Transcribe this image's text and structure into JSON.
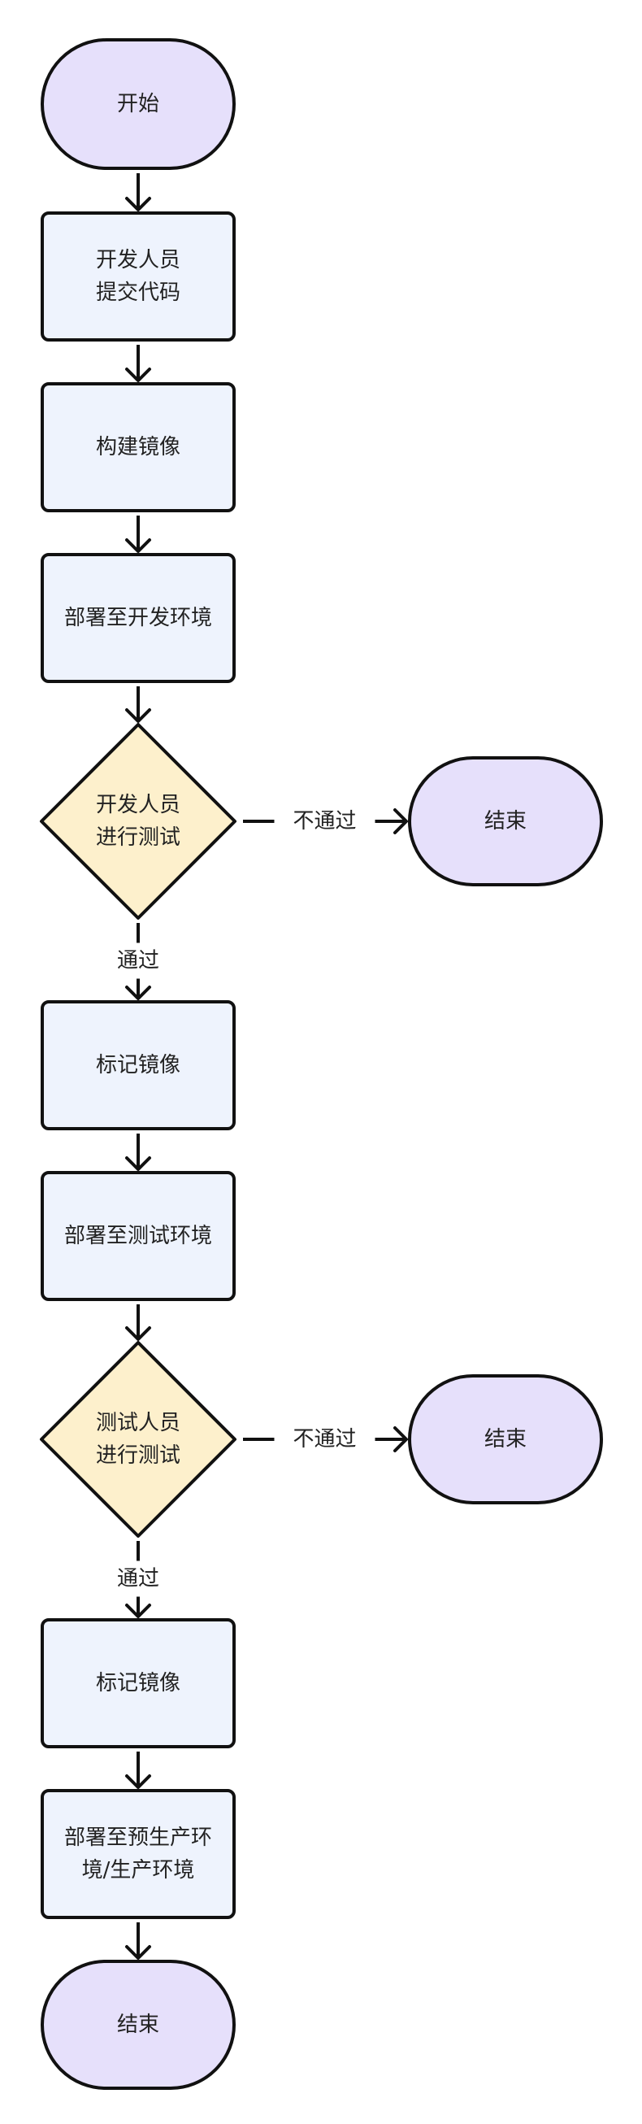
{
  "colors": {
    "terminal_fill": "#e6e0fb",
    "process_fill": "#eef3fd",
    "decision_fill": "#fdf0cc",
    "stroke": "#111111",
    "text": "#222222"
  },
  "nodes": {
    "start": {
      "type": "terminal",
      "lines": [
        "开始"
      ]
    },
    "dev_commit": {
      "type": "process",
      "lines": [
        "开发人员",
        "提交代码"
      ]
    },
    "build_image": {
      "type": "process",
      "lines": [
        "构建镜像"
      ]
    },
    "deploy_dev": {
      "type": "process",
      "lines": [
        "部署至开发环境"
      ]
    },
    "dev_test": {
      "type": "decision",
      "lines": [
        "开发人员",
        "进行测试"
      ]
    },
    "end_dev_fail": {
      "type": "terminal",
      "lines": [
        "结束"
      ]
    },
    "tag_image_1": {
      "type": "process",
      "lines": [
        "标记镜像"
      ]
    },
    "deploy_test": {
      "type": "process",
      "lines": [
        "部署至测试环境"
      ]
    },
    "qa_test": {
      "type": "decision",
      "lines": [
        "测试人员",
        "进行测试"
      ]
    },
    "end_qa_fail": {
      "type": "terminal",
      "lines": [
        "结束"
      ]
    },
    "tag_image_2": {
      "type": "process",
      "lines": [
        "标记镜像"
      ]
    },
    "deploy_prod": {
      "type": "process",
      "lines": [
        "部署至预生产环",
        "境/生产环境"
      ]
    },
    "end": {
      "type": "terminal",
      "lines": [
        "结束"
      ]
    }
  },
  "edges": [
    {
      "from": "start",
      "to": "dev_commit",
      "label": ""
    },
    {
      "from": "dev_commit",
      "to": "build_image",
      "label": ""
    },
    {
      "from": "build_image",
      "to": "deploy_dev",
      "label": ""
    },
    {
      "from": "deploy_dev",
      "to": "dev_test",
      "label": ""
    },
    {
      "from": "dev_test",
      "to": "end_dev_fail",
      "label": "不通过"
    },
    {
      "from": "dev_test",
      "to": "tag_image_1",
      "label": "通过"
    },
    {
      "from": "tag_image_1",
      "to": "deploy_test",
      "label": ""
    },
    {
      "from": "deploy_test",
      "to": "qa_test",
      "label": ""
    },
    {
      "from": "qa_test",
      "to": "end_qa_fail",
      "label": "不通过"
    },
    {
      "from": "qa_test",
      "to": "tag_image_2",
      "label": "通过"
    },
    {
      "from": "tag_image_2",
      "to": "deploy_prod",
      "label": ""
    },
    {
      "from": "deploy_prod",
      "to": "end",
      "label": ""
    }
  ]
}
